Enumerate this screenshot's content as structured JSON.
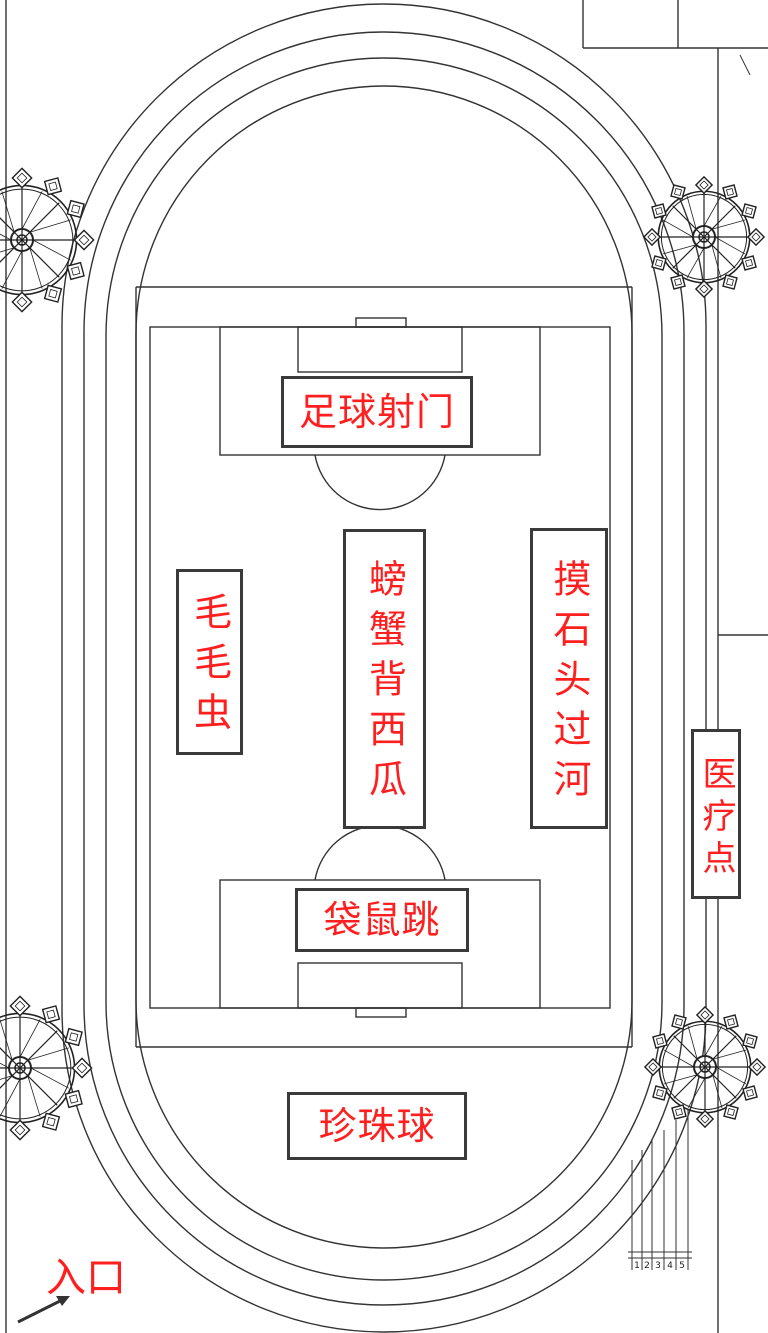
{
  "stations": {
    "football": "足球射门",
    "caterpillar": "毛毛虫",
    "crab_watermelon": "螃蟹背西瓜",
    "stones_river": "摸石头过河",
    "kangaroo": "袋鼠跳",
    "pearl_ball": "珍珠球",
    "medical": "医疗点"
  },
  "entrance": {
    "label": "入口"
  },
  "lanes": [
    "1",
    "2",
    "3",
    "4",
    "5"
  ],
  "colors": {
    "label_text": "#ff1f1f",
    "label_border": "#3a3a3a",
    "line": "#333333"
  },
  "icons": {
    "stands": "ferris-wheel-seating-icon",
    "entrance_arrow": "arrow-icon"
  }
}
